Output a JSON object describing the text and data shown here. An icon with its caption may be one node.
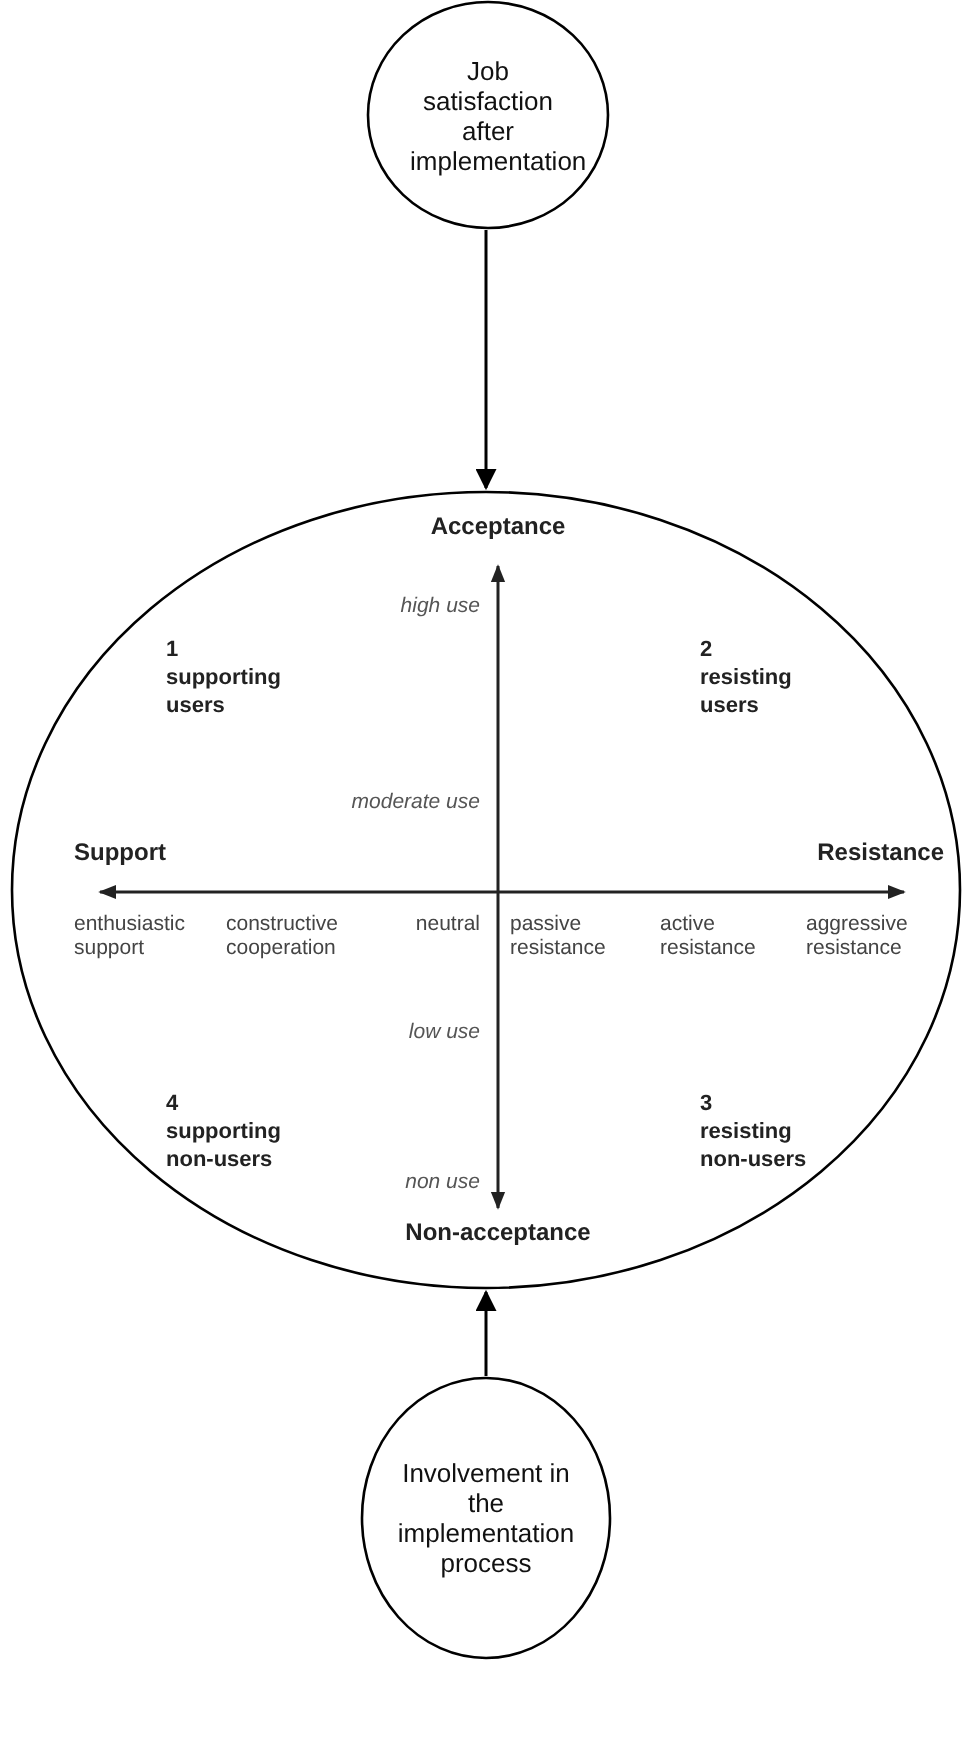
{
  "diagram": {
    "nodes": [
      {
        "text": [
          "Job satisfaction after implementation"
        ]
      },
      {
        "text": [],
        "shape": "ellipse"
      },
      {
        "text": [
          "Involvement in the implementation process"
        ]
      }
    ],
    "edges": [
      {
        "from": 0,
        "to": 1,
        "arrow": "to"
      },
      {
        "from": 2,
        "to": 1,
        "arrow": "to"
      }
    ],
    "labels": [
      "Acceptance",
      "high use",
      "1",
      "supporting users",
      "2",
      "resisting users",
      "moderate use",
      "Support",
      "Resistance",
      "enthusiastic support",
      "constructive cooperation",
      "neutral",
      "passive resistance",
      "active resistance",
      "aggressive resistance",
      "low use",
      "4",
      "supporting non-users",
      "3",
      "resisting non-users",
      "non use",
      "Non-acceptance"
    ]
  }
}
